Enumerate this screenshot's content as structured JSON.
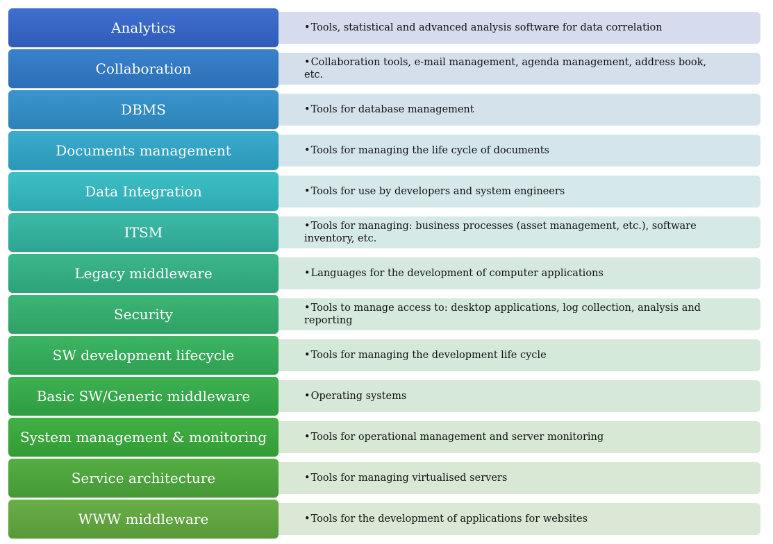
{
  "rows": [
    {
      "label": "Analytics",
      "description": "Tools, statistical and advanced analysis software for data correlation",
      "color": "#3f6fd0",
      "color_bottom": "#2f5cb8",
      "desc_bg": "#d6dcee"
    },
    {
      "label": "Collaboration",
      "description": "Collaboration tools, e-mail management, agenda management, address book, etc.",
      "color": "#3a82cc",
      "color_bottom": "#2b6fb7",
      "desc_bg": "#d5dfec"
    },
    {
      "label": "DBMS",
      "description": "Tools for database management",
      "color": "#3b95cc",
      "color_bottom": "#2b83b8",
      "desc_bg": "#d4e2ec"
    },
    {
      "label": "Documents management",
      "description": "Tools for managing the life cycle of documents",
      "color": "#3aaccc",
      "color_bottom": "#2b98b8",
      "desc_bg": "#d4e6ec"
    },
    {
      "label": "Data Integration",
      "description": "Tools for use by developers and system engineers",
      "color": "#3dbfc6",
      "color_bottom": "#2eaab1",
      "desc_bg": "#d5e9ea"
    },
    {
      "label": "ITSM",
      "description": "Tools for managing: business processes (asset management, etc.), software inventory, etc.",
      "color": "#3cbaa6",
      "color_bottom": "#2ea592",
      "desc_bg": "#d5e9e6"
    },
    {
      "label": "Legacy middleware",
      "description": "Languages for the development of computer applications",
      "color": "#3cb78c",
      "color_bottom": "#2ea279",
      "desc_bg": "#d5e9e1"
    },
    {
      "label": "Security",
      "description": "Tools to manage access to: desktop applications, log collection, analysis and reporting",
      "color": "#3cb676",
      "color_bottom": "#2ea164",
      "desc_bg": "#d5e9dd"
    },
    {
      "label": "SW development lifecycle",
      "description": "Tools for managing the development life cycle",
      "color": "#3cb563",
      "color_bottom": "#2ea052",
      "desc_bg": "#d5e9da"
    },
    {
      "label": "Basic SW/Generic middleware",
      "description": "Operating systems",
      "color": "#3db151",
      "color_bottom": "#2e9c42",
      "desc_bg": "#d6e8d7"
    },
    {
      "label": "System management & monitoring",
      "description": "Tools for operational management and server monitoring",
      "color": "#42b044",
      "color_bottom": "#339b36",
      "desc_bg": "#d7e8d5"
    },
    {
      "label": "Service architecture",
      "description": "Tools for managing virtualised servers",
      "color": "#55ae43",
      "color_bottom": "#449935",
      "desc_bg": "#d9e8d5"
    },
    {
      "label": "WWW middleware",
      "description": "Tools for the development of applications for websites",
      "color": "#6aae47",
      "color_bottom": "#589938",
      "desc_bg": "#dbe8d5"
    }
  ]
}
